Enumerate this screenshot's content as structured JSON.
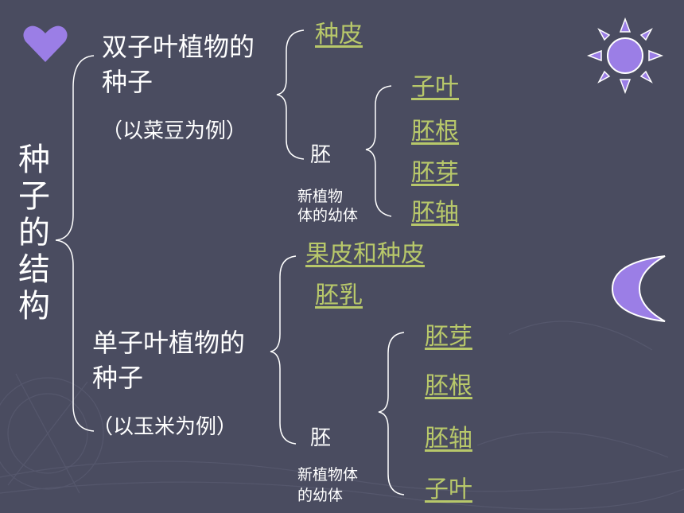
{
  "title_chars": [
    "种",
    "子",
    "的",
    "结",
    "构"
  ],
  "dicot": {
    "heading_line1": "双子叶植物的",
    "heading_line2": "种子",
    "example": "（以菜豆为例）",
    "seed_coat": "种皮",
    "embryo": "胚",
    "embryo_note_line1": "新植物",
    "embryo_note_line2": "体的幼体",
    "embryo_parts": [
      "子叶",
      "胚根",
      "胚芽",
      "胚轴"
    ]
  },
  "monocot": {
    "heading_line1": "单子叶植物的",
    "heading_line2": "种子",
    "example": "（以玉米为例）",
    "fruit_and_seed_coat": "果皮和种皮",
    "endosperm": "胚乳",
    "embryo": "胚",
    "embryo_note_line1": "新植物体",
    "embryo_note_line2": "的幼体",
    "embryo_parts": [
      "胚芽",
      "胚根",
      "胚轴",
      "子叶"
    ]
  },
  "decorations": {
    "heart_icon_color": "#9b7ee6",
    "sun_icon_color": "#9b7ee6",
    "moon_icon_color": "#9b7ee6",
    "link_color": "#b8c86a",
    "background_color": "#4a4c60"
  }
}
